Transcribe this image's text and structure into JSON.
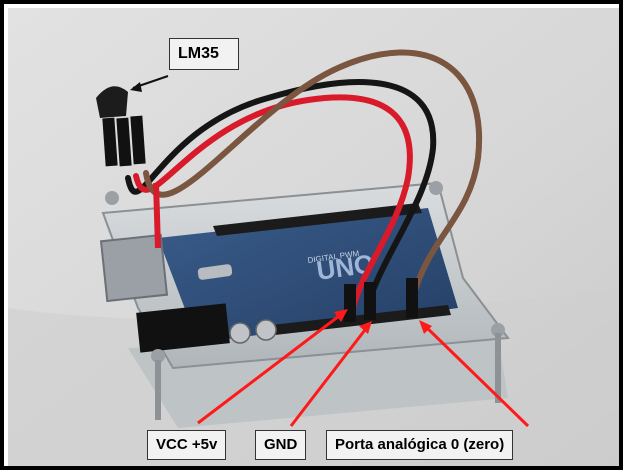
{
  "labels": {
    "sensor": "LM35",
    "vcc": "VCC +5v",
    "gnd": "GND",
    "analog": "Porta analógica 0 (zero)"
  },
  "board": {
    "model": "UNO",
    "header_text": "DIGITAL PWM"
  },
  "colors": {
    "frame_border": "#000000",
    "label_background": "#f2f2f2",
    "pointer_arrow_red": "#ff1a1a",
    "pointer_arrow_black": "#111111",
    "wire_red": "#d91a2a",
    "wire_black": "#151515",
    "wire_brown": "#7a5540",
    "board_blue": "#2d4d7a"
  }
}
